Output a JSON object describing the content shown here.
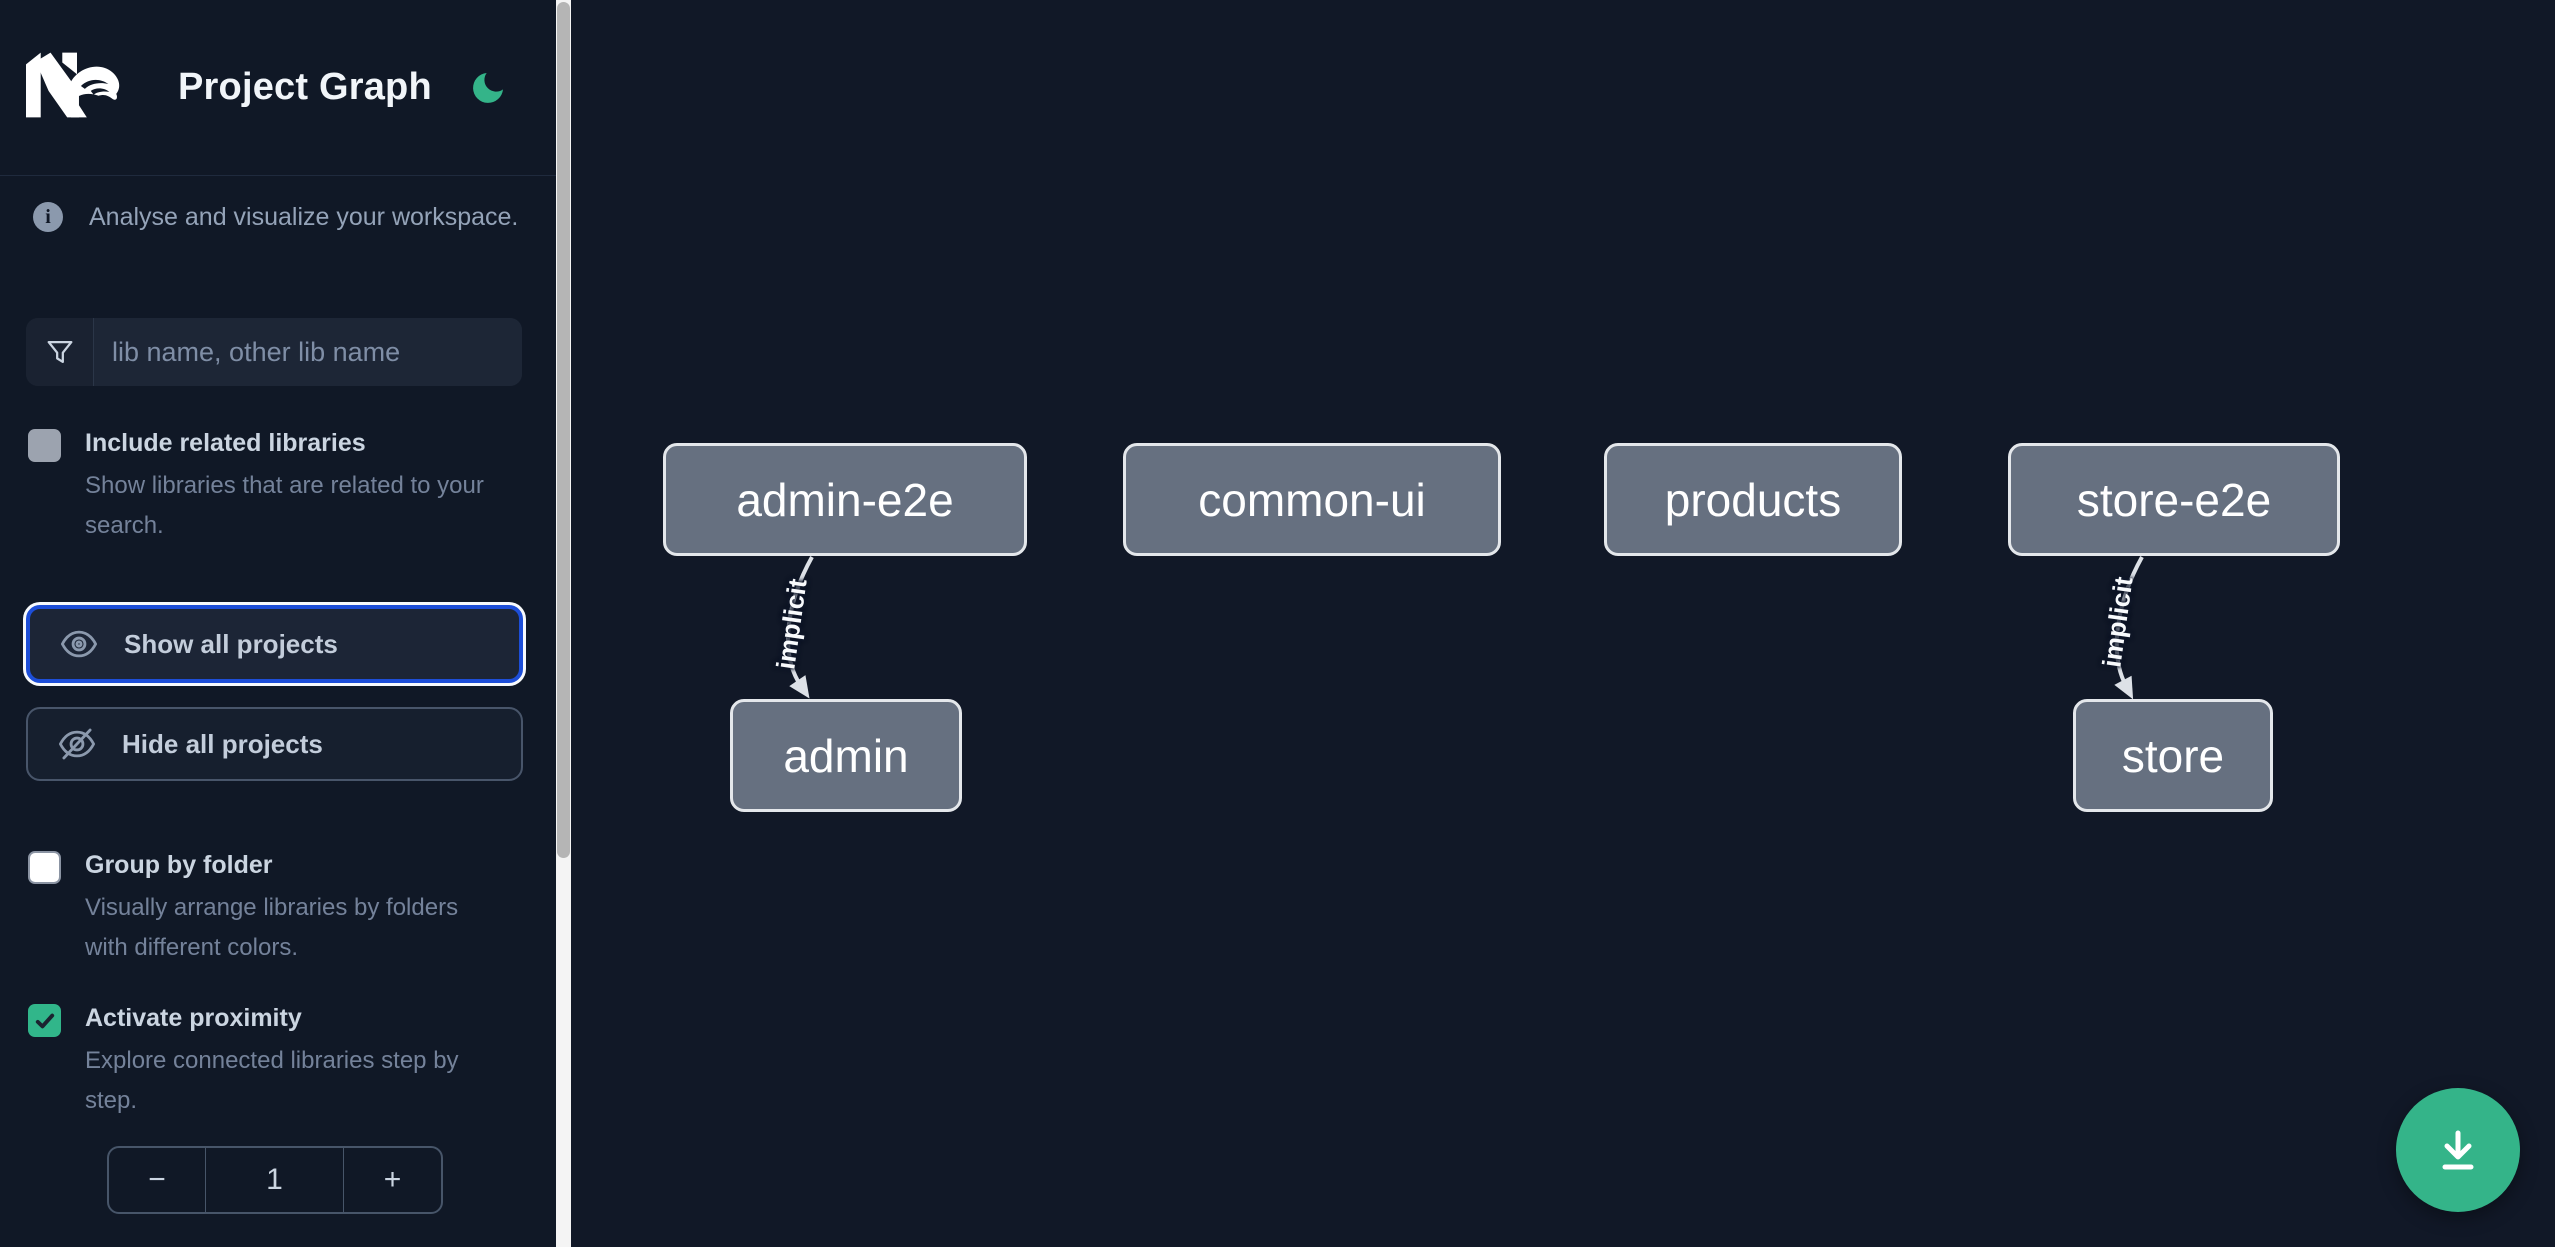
{
  "header": {
    "app_name": "Nx",
    "title": "Project Graph",
    "theme_icon": "moon-icon",
    "accent_color": "#34b489"
  },
  "sidebar": {
    "tagline": "Analyse and visualize your workspace.",
    "search": {
      "placeholder": "lib name, other lib name",
      "icon": "filter-funnel-icon",
      "value": ""
    },
    "toggles": [
      {
        "label": "Include related libraries",
        "description": "Show libraries that are related to your search.",
        "checked": false,
        "disabled": true
      },
      {
        "label": "Group by folder",
        "description": "Visually arrange libraries by folders with different colors.",
        "checked": false,
        "disabled": false
      },
      {
        "label": "Activate proximity",
        "description": "Explore connected libraries step by step.",
        "checked": true,
        "disabled": false
      }
    ],
    "buttons": [
      {
        "label": "Show all projects",
        "icon": "eye-icon",
        "focused": true
      },
      {
        "label": "Hide all projects",
        "icon": "eye-off-icon",
        "focused": false
      }
    ],
    "stepper": {
      "decrement": "−",
      "value": "1",
      "increment": "+"
    }
  },
  "graph": {
    "nodes": [
      {
        "label": "admin-e2e"
      },
      {
        "label": "common-ui"
      },
      {
        "label": "products"
      },
      {
        "label": "store-e2e"
      },
      {
        "label": "admin"
      },
      {
        "label": "store"
      }
    ],
    "edges": [
      {
        "from": "admin-e2e",
        "to": "admin",
        "label": "implicit"
      },
      {
        "from": "store-e2e",
        "to": "store",
        "label": "implicit"
      }
    ],
    "node_fill": "#667080",
    "node_border": "#e4e7eb",
    "edge_color": "#dde1e7"
  },
  "fab": {
    "icon": "download-icon",
    "color": "#34b489"
  },
  "focus_ring": {
    "inner": "#1d4ed8",
    "outer": "#f8fafc"
  }
}
